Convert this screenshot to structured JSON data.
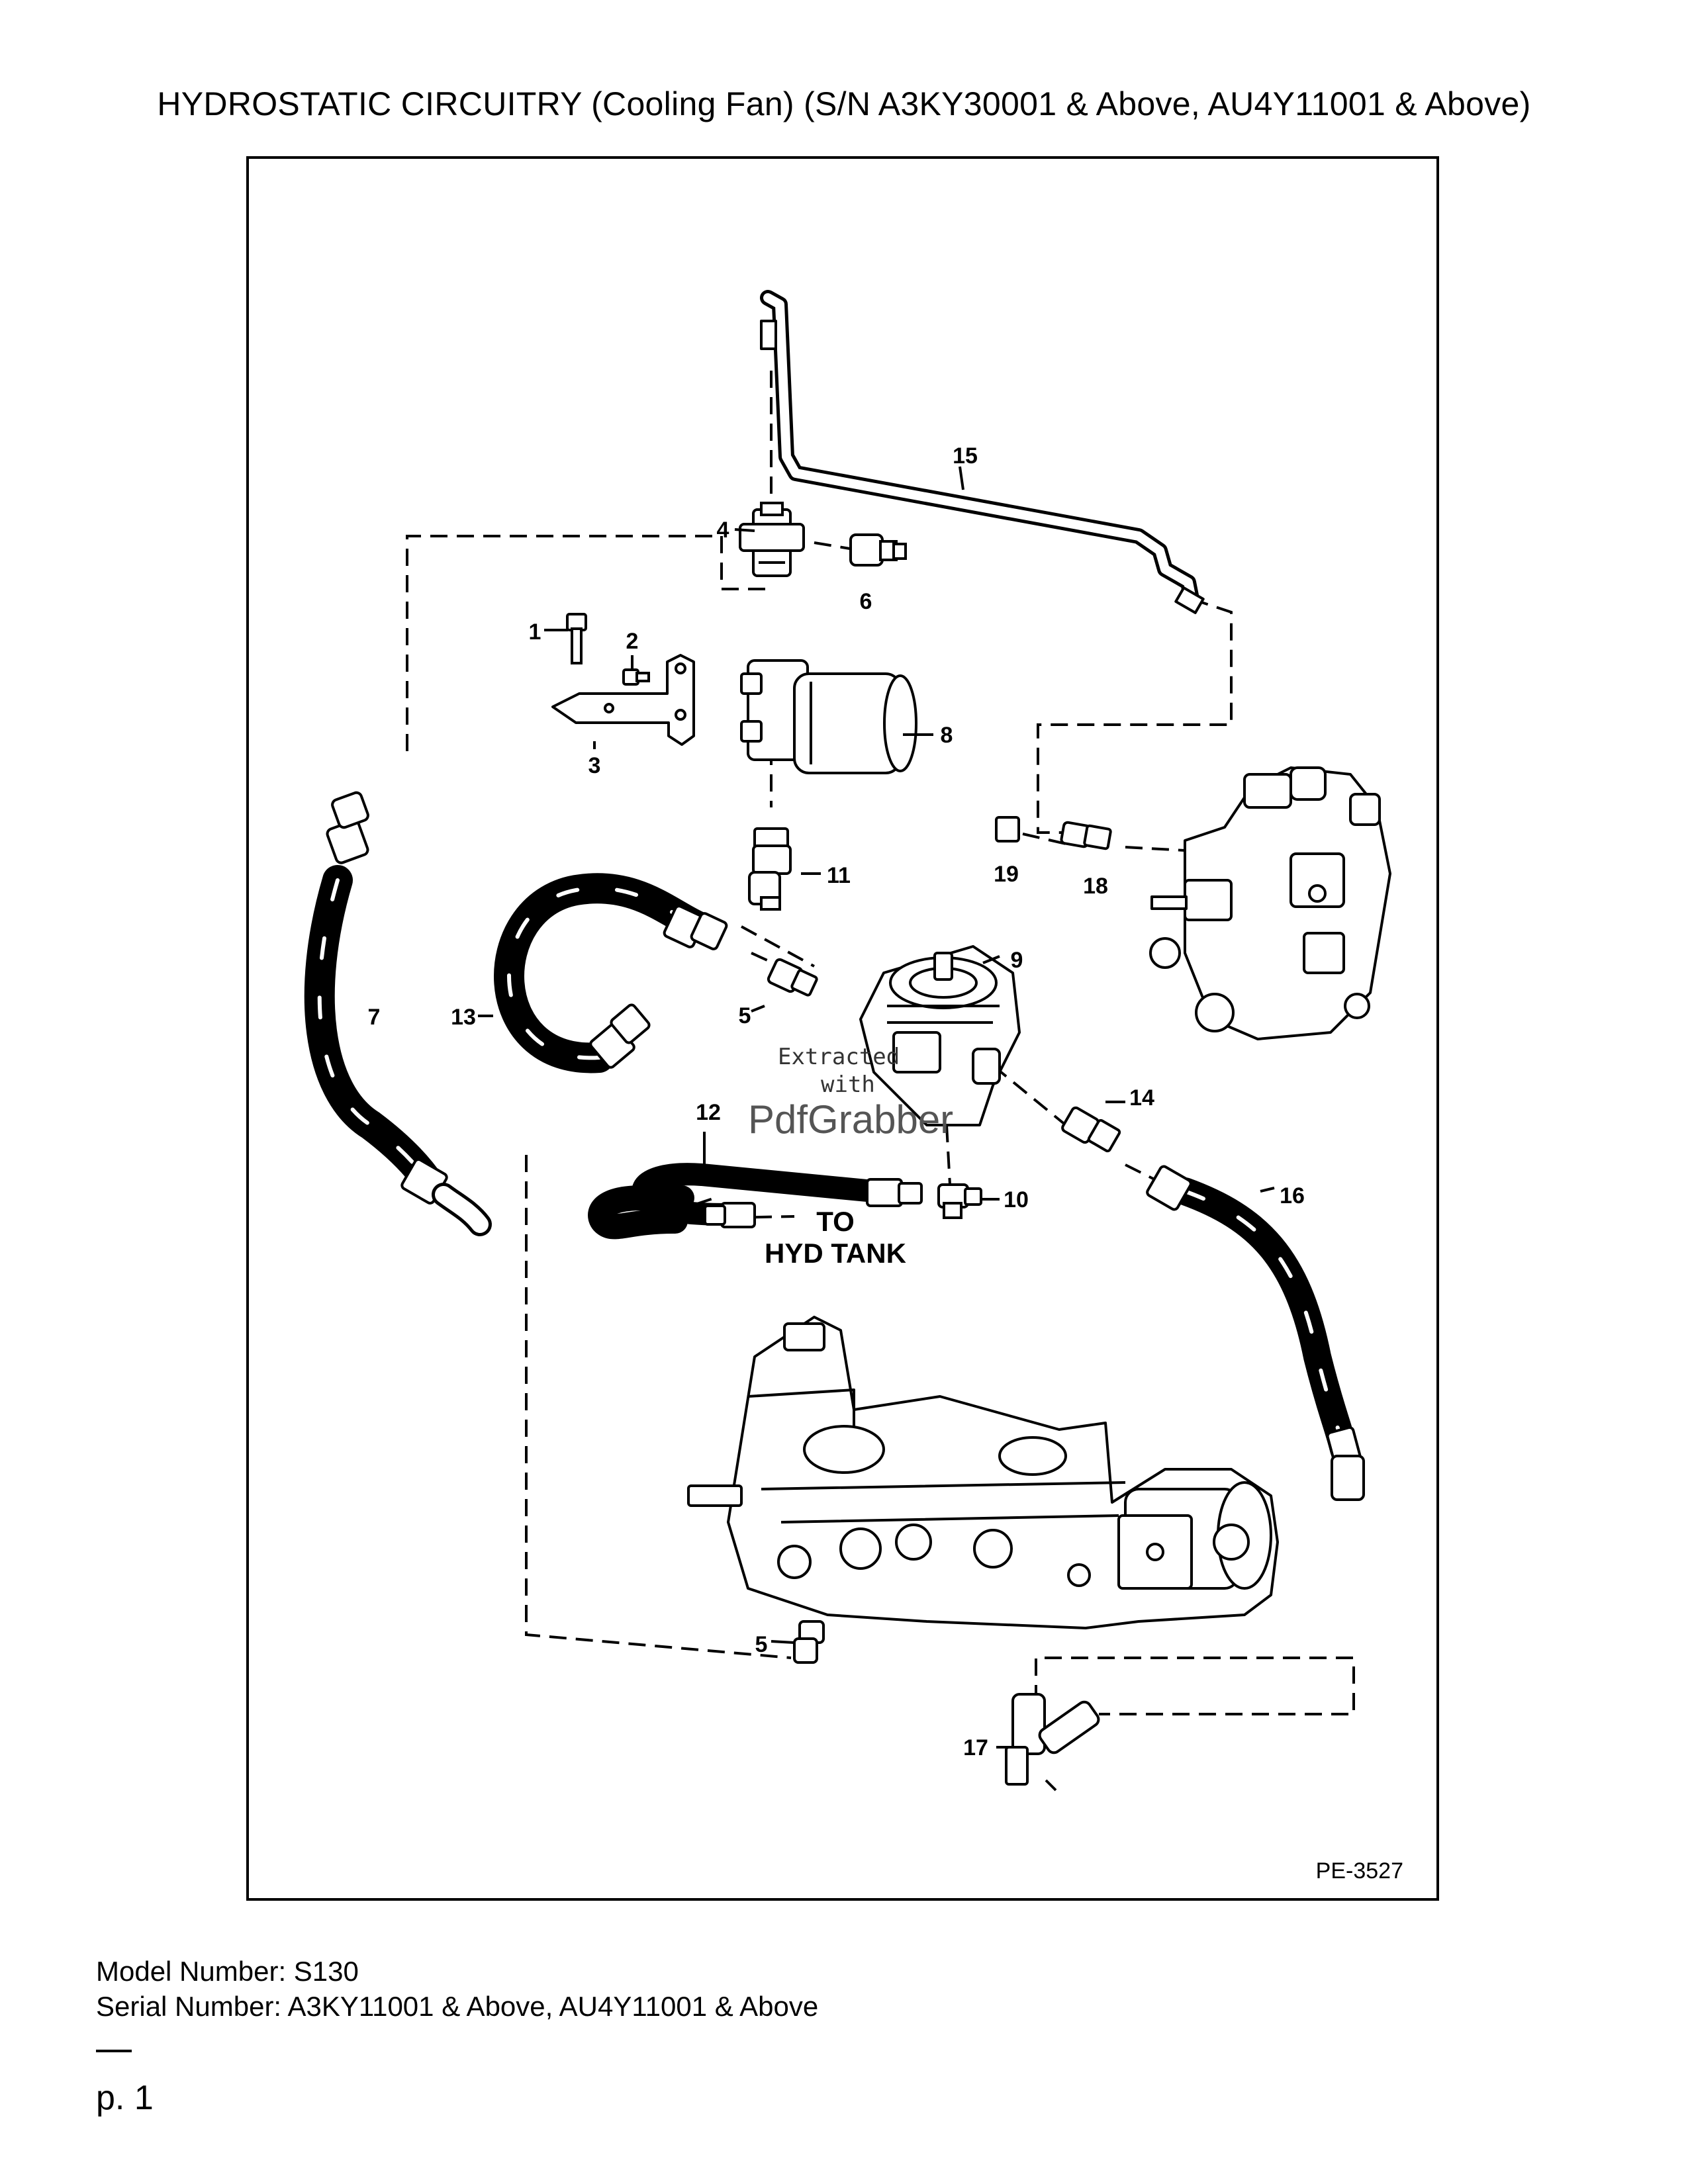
{
  "title": "HYDROSTATIC CIRCUITRY (Cooling Fan) (S/N A3KY30001 & Above, AU4Y11001 & Above)",
  "figure": {
    "code": "PE-3527",
    "tank_label_line1": "TO",
    "tank_label_line2": "HYD TANK",
    "watermark": {
      "line1": "Extracted",
      "line2": "with",
      "brand": "PdfGrabber"
    },
    "callouts": [
      "1",
      "2",
      "3",
      "4",
      "5",
      "5",
      "6",
      "7",
      "8",
      "9",
      "10",
      "11",
      "12",
      "13",
      "14",
      "15",
      "16",
      "17",
      "18",
      "19"
    ]
  },
  "footer": {
    "model": "Model Number: S130",
    "serial": "Serial Number: A3KY11001 & Above, AU4Y11001 & Above",
    "page": "p. 1"
  }
}
